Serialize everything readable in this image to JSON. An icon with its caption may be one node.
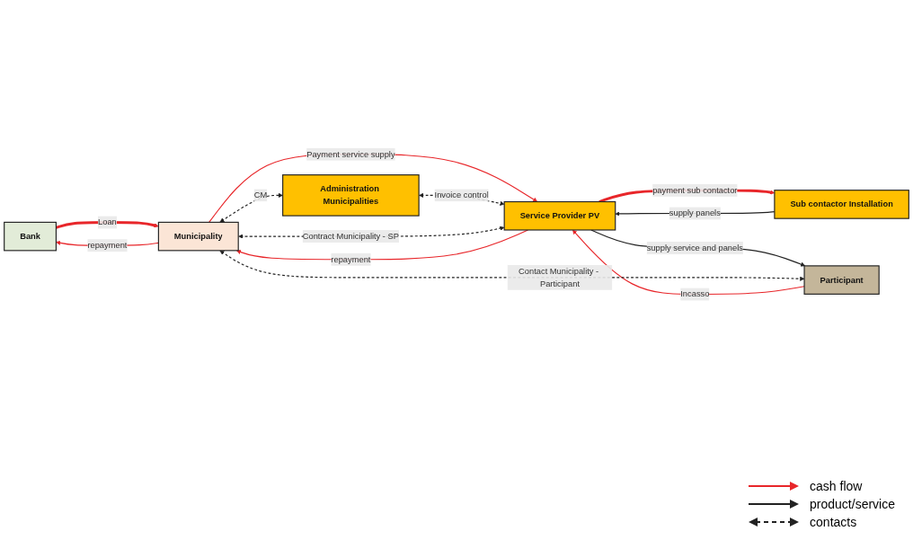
{
  "diagram": {
    "nodes": [
      {
        "text": [
          "Bank"
        ]
      },
      {
        "text": [
          "Municipality"
        ]
      },
      {
        "text": [
          "Administration Municipalities"
        ]
      },
      {
        "text": [
          "Service Provider PV"
        ]
      },
      {
        "text": [
          "Sub contactor Installation"
        ]
      },
      {
        "text": [
          "Participant"
        ]
      }
    ],
    "edges": [
      {
        "from": 0,
        "to": 1,
        "arrow": "to",
        "label": "Loan",
        "color": "#e8262a",
        "style": "thick"
      },
      {
        "from": 1,
        "to": 0,
        "arrow": "to",
        "label": "repayment",
        "color": "#e8262a"
      },
      {
        "from": 1,
        "to": 3,
        "arrow": "to",
        "label": "Payment service supply",
        "color": "#e8262a"
      },
      {
        "from": 3,
        "to": 1,
        "arrow": "to",
        "label": "repayment",
        "color": "#e8262a"
      },
      {
        "from": 3,
        "to": 4,
        "arrow": "to",
        "label": "payment sub contactor",
        "color": "#e8262a",
        "style": "thick"
      },
      {
        "from": 5,
        "to": 3,
        "arrow": "to",
        "label": "Incasso",
        "color": "#e8262a"
      },
      {
        "from": 4,
        "to": 3,
        "arrow": "to",
        "label": "supply panels",
        "color": "#222222"
      },
      {
        "from": 3,
        "to": 5,
        "arrow": "to",
        "label": "supply service and panels",
        "color": "#222222"
      },
      {
        "from": 1,
        "to": 2,
        "arrow": "both",
        "label": "CM",
        "style": "dashed",
        "color": "#222222"
      },
      {
        "from": 2,
        "to": 3,
        "arrow": "both",
        "label": "Invoice control",
        "style": "dashed",
        "color": "#222222"
      },
      {
        "from": 1,
        "to": 3,
        "arrow": "both",
        "label": "Contract Municipality - SP",
        "style": "dashed",
        "color": "#222222"
      },
      {
        "from": 1,
        "to": 5,
        "arrow": "both",
        "label": "Contact Municipality - Participant",
        "style": "dashed",
        "color": "#222222"
      }
    ],
    "legend": [
      {
        "text": "cash flow"
      },
      {
        "text": "product/service"
      },
      {
        "text": "contacts"
      }
    ]
  }
}
